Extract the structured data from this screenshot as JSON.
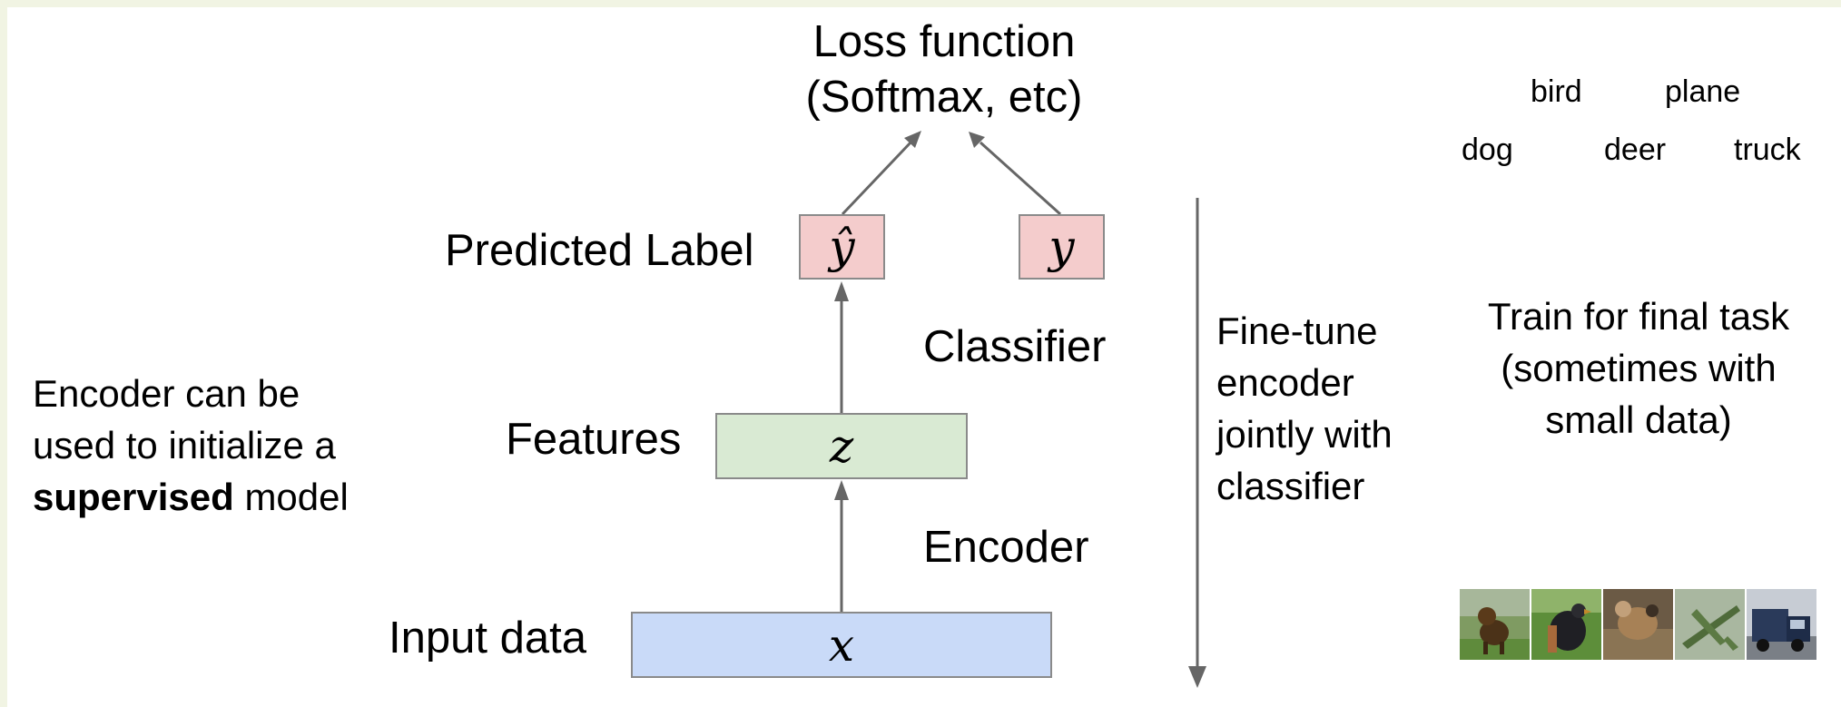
{
  "diagram": {
    "loss_function": {
      "line1": "Loss function",
      "line2": "(Softmax, etc)"
    },
    "predicted_label": {
      "text": "Predicted Label",
      "symbol": "ŷ"
    },
    "true_label": {
      "symbol": "y"
    },
    "classifier_label": "Classifier",
    "features": {
      "text": "Features",
      "symbol": "z"
    },
    "encoder_label": "Encoder",
    "input_data": {
      "text": "Input data",
      "symbol": "x"
    },
    "left_note": {
      "line1": "Encoder can be",
      "line2": "used to initialize a",
      "line3_bold": "supervised",
      "line3_rest": " model"
    },
    "fine_tune": [
      "Fine-tune",
      "encoder",
      "jointly with",
      "classifier"
    ],
    "final_task": [
      "Train for final task",
      "(sometimes with",
      "small data)"
    ],
    "classes": {
      "bird": "bird",
      "plane": "plane",
      "dog": "dog",
      "deer": "deer",
      "truck": "truck"
    },
    "colors": {
      "label_box": "#f4cccc",
      "feature_box": "#d9ead3",
      "input_box": "#c9daf8",
      "arrow": "#666666",
      "border": "#8a8a8a"
    },
    "images": [
      "dog-photo",
      "bird-photo",
      "deer-photo",
      "plane-photo",
      "truck-photo"
    ]
  }
}
